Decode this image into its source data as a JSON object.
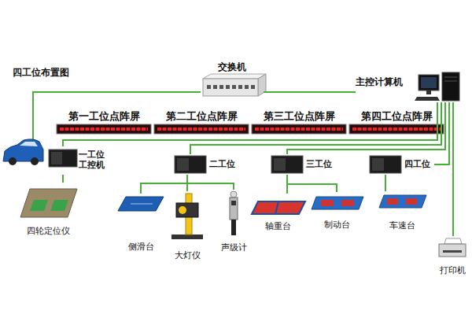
{
  "diagram": {
    "title": "四工位布置图",
    "nodes": [
      {
        "text": [
          "交换机"
        ]
      },
      {
        "text": [
          "主控计算机"
        ]
      },
      {
        "text": [
          "第一工位点阵屏"
        ]
      },
      {
        "text": [
          "第二工位点阵屏"
        ]
      },
      {
        "text": [
          "第三工位点阵屏"
        ]
      },
      {
        "text": [
          "第四工位点阵屏"
        ]
      },
      {
        "text": [
          "一工位 工控机"
        ]
      },
      {
        "text": [
          "二工位"
        ]
      },
      {
        "text": [
          "三工位"
        ]
      },
      {
        "text": [
          "四工位"
        ]
      },
      {
        "text": [
          "四轮定位仪"
        ]
      },
      {
        "text": [
          "侧滑台"
        ]
      },
      {
        "text": [
          "大灯仪"
        ]
      },
      {
        "text": [
          "声级计"
        ]
      },
      {
        "text": [
          "轴重台"
        ]
      },
      {
        "text": [
          "制动台"
        ]
      },
      {
        "text": [
          "车速台"
        ]
      },
      {
        "text": [
          "打印机"
        ]
      }
    ],
    "edges": [
      {
        "from": 0,
        "to": 1,
        "arrow": "none"
      },
      {
        "from": 1,
        "to": 6,
        "arrow": "none"
      },
      {
        "from": 1,
        "to": 7,
        "arrow": "none"
      },
      {
        "from": 1,
        "to": 8,
        "arrow": "none"
      },
      {
        "from": 1,
        "to": 9,
        "arrow": "none"
      },
      {
        "from": 1,
        "to": 17,
        "arrow": "none"
      },
      {
        "from": 6,
        "to": 10,
        "arrow": "none"
      },
      {
        "from": 7,
        "to": 11,
        "arrow": "none"
      },
      {
        "from": 7,
        "to": 12,
        "arrow": "none"
      },
      {
        "from": 7,
        "to": 13,
        "arrow": "none"
      },
      {
        "from": 8,
        "to": 14,
        "arrow": "none"
      },
      {
        "from": 8,
        "to": 15,
        "arrow": "none"
      },
      {
        "from": 9,
        "to": 16,
        "arrow": "none"
      }
    ]
  }
}
